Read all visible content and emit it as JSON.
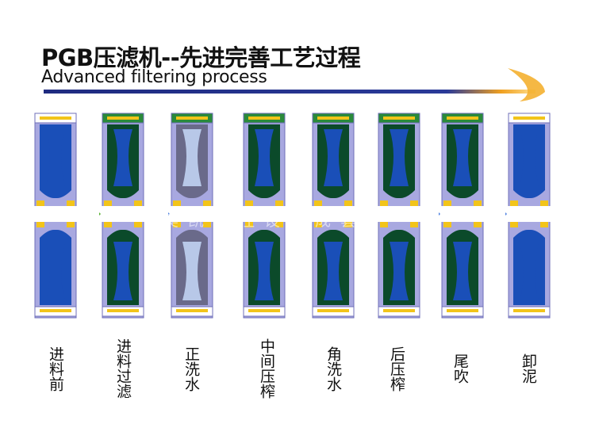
{
  "header": {
    "title": "PGB压滤机--先进完善工艺过程",
    "subtitle": "Advanced filtering process"
  },
  "colors": {
    "frame": "#a8a8e0",
    "frame_stroke": "#6f6fb8",
    "blue": "#1a4fb8",
    "dark_green": "#0b4a2a",
    "yellow": "#f2c41a",
    "arrow_green": "#55b030",
    "arrow_yellow": "#e8e030",
    "arrow_blue": "#4a7fe0",
    "title_arrow": "#1f2b80",
    "title_arrow_tip": "#f0a020"
  },
  "stages": [
    {
      "id": "feed-start",
      "label": "进料前",
      "fill": "blue",
      "top_arrow": "none",
      "side_arrow": "none"
    },
    {
      "id": "feed-filter",
      "label": "进料过滤",
      "fill": "dark_green",
      "top_arrow": "left-green",
      "side_arrow": "in-green"
    },
    {
      "id": "forward-wash",
      "label": "正洗水",
      "fill": "grey",
      "top_arrow": "left-green",
      "side_arrow": "in-blue"
    },
    {
      "id": "mid-squeeze",
      "label": "中间压榨",
      "fill": "dark_green",
      "top_arrow": "left-green",
      "side_arrow": "none"
    },
    {
      "id": "corner-wash",
      "label": "角洗水",
      "fill": "dark_green",
      "top_arrow": "right-yellow",
      "side_arrow": "none"
    },
    {
      "id": "post-squeeze",
      "label": "后压榨",
      "fill": "dark_green",
      "top_arrow": "left-yellow",
      "side_arrow": "none"
    },
    {
      "id": "tail-blow",
      "label": "尾吹",
      "fill": "dark_green",
      "top_arrow": "none",
      "side_arrow": "in-blue"
    },
    {
      "id": "discharge",
      "label": "卸泥",
      "fill": "blue",
      "top_arrow": "none",
      "side_arrow": "in-blue"
    }
  ],
  "watermark": "奥凯自控设备成套厂"
}
